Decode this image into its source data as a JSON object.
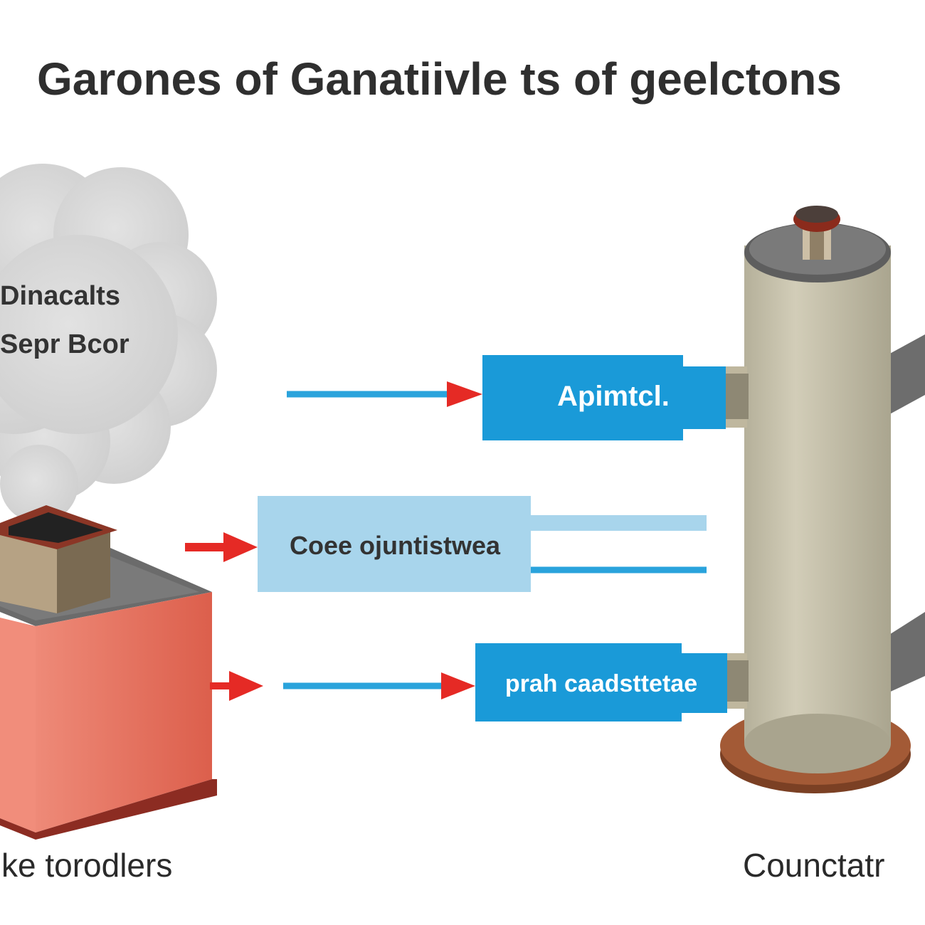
{
  "diagram": {
    "title": "Garones of Ganatiivle ts of geelctons",
    "cloud": {
      "line1": "Dinacalts",
      "line2": "Sepr Bcor"
    },
    "boxes": {
      "top": "Apimtcl.",
      "middle": "Coee ojuntistwea",
      "bottom": "prah caadsttetae"
    },
    "captions": {
      "left": "ke torodlers",
      "right": "Counctatr"
    },
    "colors": {
      "box_blue": "#1a9ad8",
      "box_light_blue": "#a8d5ec",
      "line_blue": "#2aa3dc",
      "arrow_red": "#e52a25",
      "cylinder": "#c8c3ad",
      "cloud": "#dcdcdc",
      "base_red": "#e26a57",
      "pipe_gray": "#6d6d6d"
    }
  }
}
